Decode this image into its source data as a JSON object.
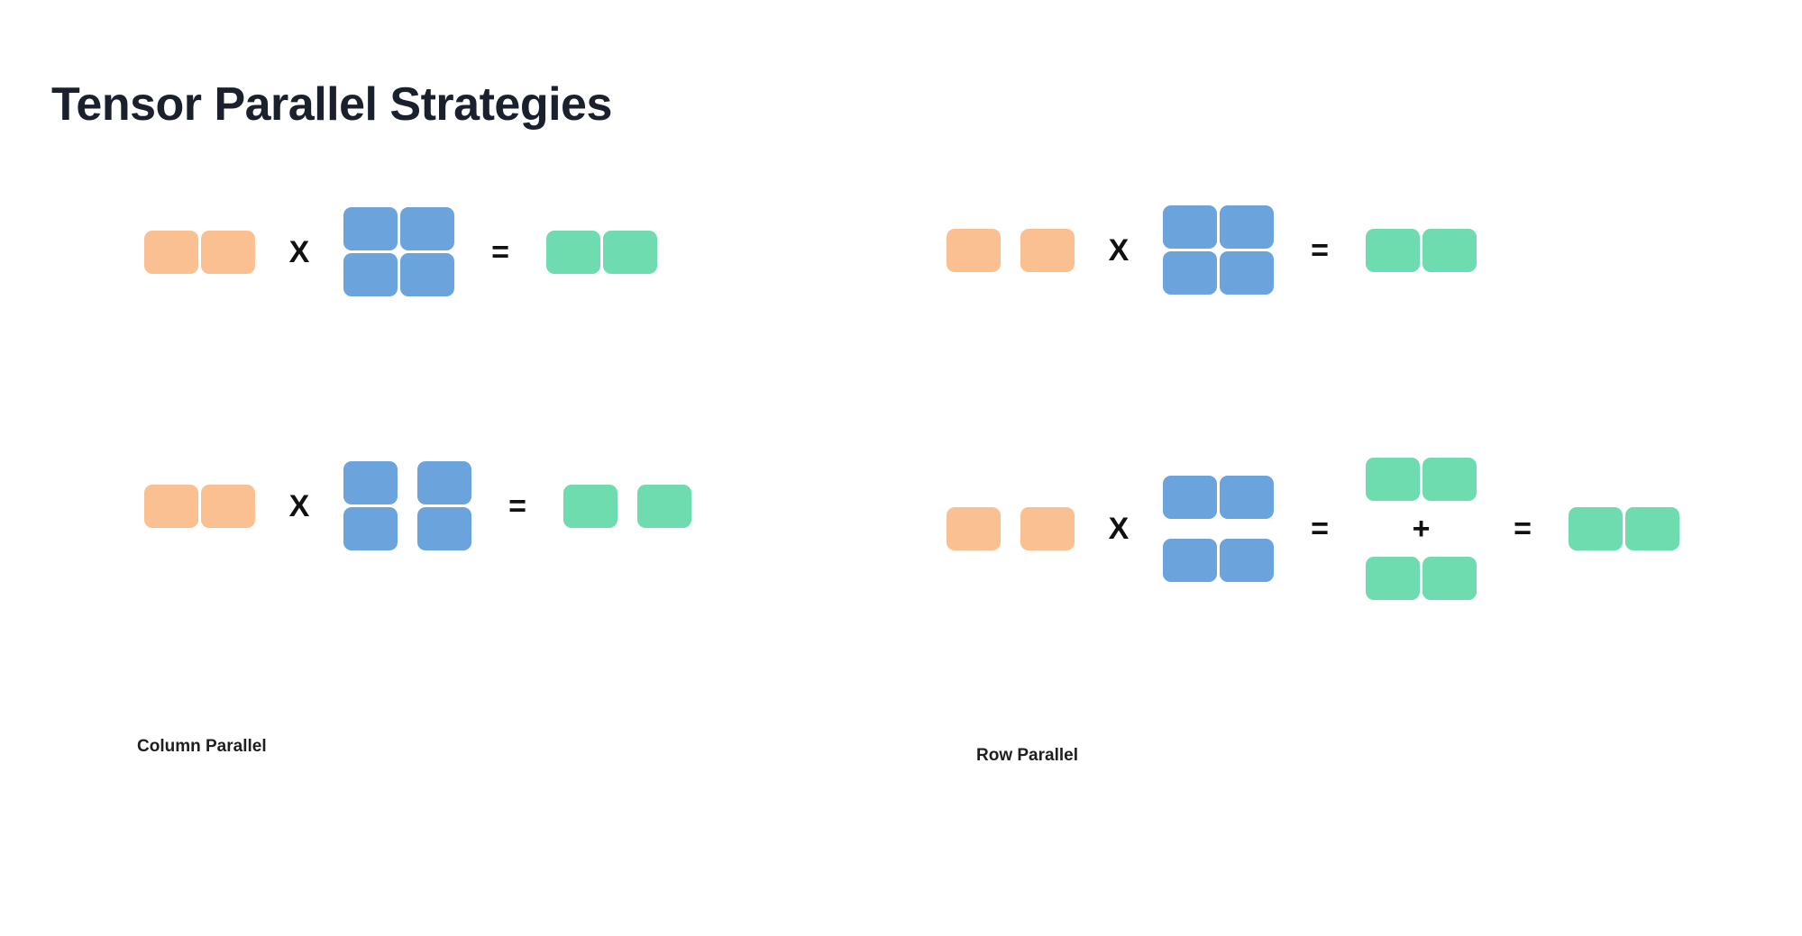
{
  "page": {
    "title": "Tensor Parallel Strategies",
    "background_color": "#ffffff"
  },
  "colors": {
    "title": "#1a202c",
    "input_orange": "#fbc091",
    "weight_blue": "#6ba3dc",
    "output_green": "#6edcaf",
    "operator": "#111111",
    "caption": "#1f1f1f"
  },
  "operators": {
    "times": "X",
    "equals": "=",
    "plus": "+"
  },
  "panels": [
    {
      "id": "column-parallel",
      "caption": "Column Parallel",
      "rows": [
        {
          "id": "unsharded",
          "description": "Unsharded matrix multiply: input (1x2) times weight (2x2) equals output (1x2)",
          "input": {
            "color": "orange",
            "rows": 1,
            "cols": 2,
            "split": "none"
          },
          "weight": {
            "color": "blue",
            "rows": 2,
            "cols": 2,
            "split": "none"
          },
          "output": {
            "color": "green",
            "rows": 1,
            "cols": 2,
            "split": "none"
          }
        },
        {
          "id": "sharded",
          "description": "Column parallel: weight split along columns, output split along columns",
          "input": {
            "color": "orange",
            "rows": 1,
            "cols": 2,
            "split": "none"
          },
          "weight": {
            "color": "blue",
            "rows": 2,
            "cols": 2,
            "split": "columns"
          },
          "output": {
            "color": "green",
            "rows": 1,
            "cols": 2,
            "split": "columns"
          }
        }
      ]
    },
    {
      "id": "row-parallel",
      "caption": "Row Parallel",
      "rows": [
        {
          "id": "unsharded",
          "description": "Unsharded matrix multiply: input (1x2) times weight (2x2) equals output (1x2)",
          "input": {
            "color": "orange",
            "rows": 1,
            "cols": 2,
            "split": "none"
          },
          "weight": {
            "color": "blue",
            "rows": 2,
            "cols": 2,
            "split": "none"
          },
          "output": {
            "color": "green",
            "rows": 1,
            "cols": 2,
            "split": "none"
          }
        },
        {
          "id": "sharded",
          "description": "Row parallel: input split along columns, weight split along rows, partial outputs summed",
          "input": {
            "color": "orange",
            "rows": 1,
            "cols": 2,
            "split": "columns"
          },
          "weight": {
            "color": "blue",
            "rows": 2,
            "cols": 2,
            "split": "rows"
          },
          "partials": [
            {
              "color": "green",
              "rows": 1,
              "cols": 2,
              "split": "none"
            },
            {
              "color": "green",
              "rows": 1,
              "cols": 2,
              "split": "none"
            }
          ],
          "output": {
            "color": "green",
            "rows": 1,
            "cols": 2,
            "split": "none"
          }
        }
      ]
    }
  ]
}
